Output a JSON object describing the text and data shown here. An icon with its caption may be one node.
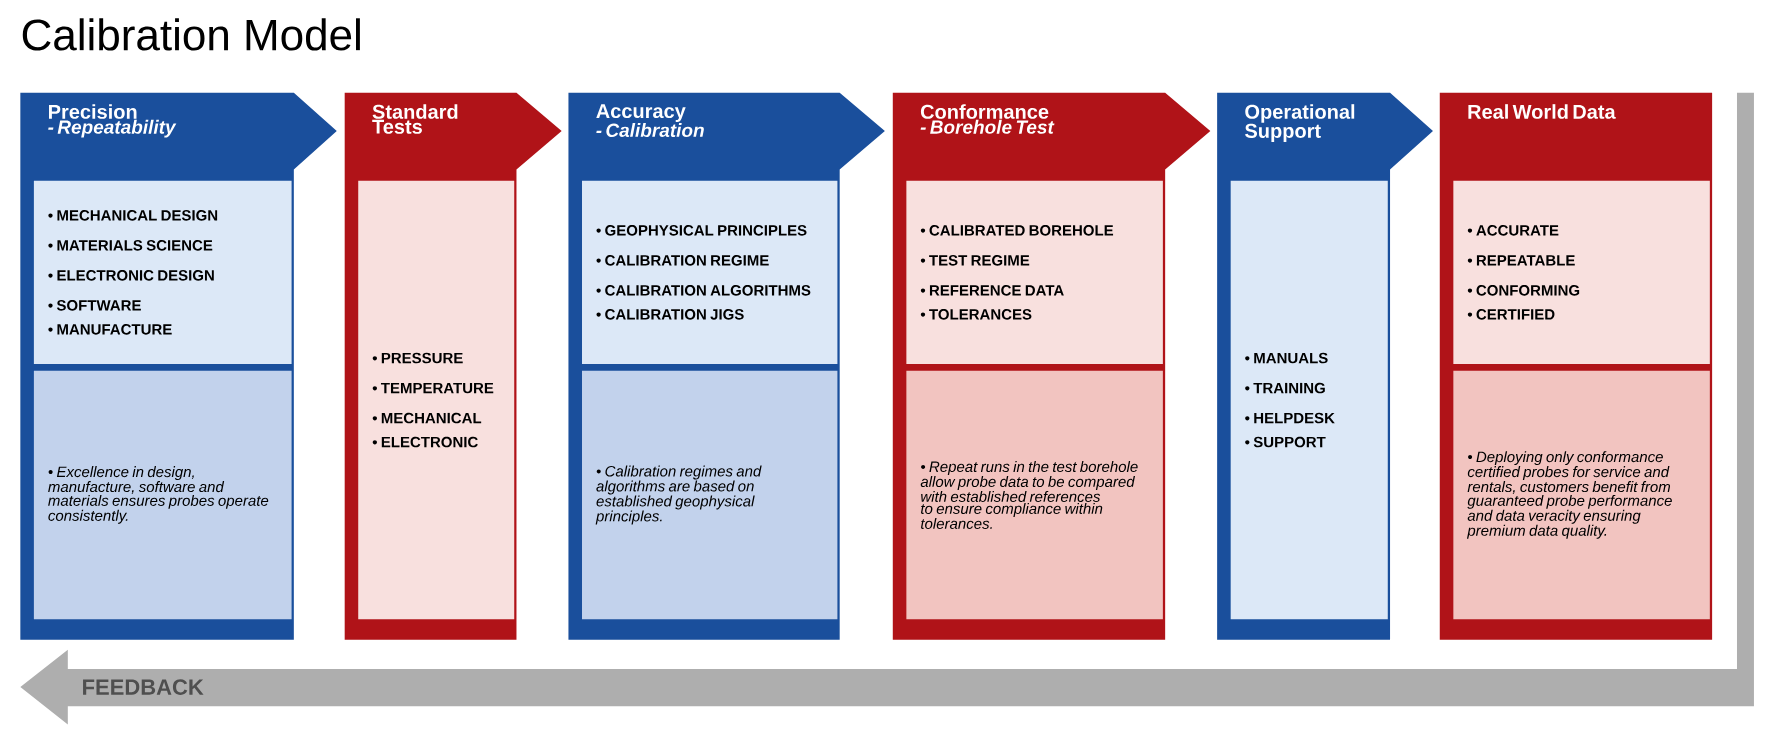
{
  "diagram": {
    "title": "Calibration Model",
    "nodes": [
      {
        "text": [
          "Precision",
          "- Repeatability"
        ]
      },
      {
        "text": [
          "• MECHANICAL DESIGN",
          "• MATERIALS SCIENCE",
          "• ELECTRONIC DESIGN",
          "• SOFTWARE",
          "• MANUFACTURE"
        ],
        "in": 0
      },
      {
        "text": [
          "• Excellence in design, manufacture, software and materials ensures probes operate consistently."
        ],
        "in": 0
      },
      {
        "text": [
          "Standard Tests"
        ]
      },
      {
        "text": [
          "• PRESSURE",
          "• TEMPERATURE",
          "• MECHANICAL",
          "• ELECTRONIC"
        ],
        "in": 3
      },
      {
        "text": [
          "Accuracy",
          "- Calibration"
        ]
      },
      {
        "text": [
          "• GEOPHYSICAL PRINCIPLES",
          "• CALIBRATION REGIME",
          "• CALIBRATION ALGORITHMS",
          "• CALIBRATION JIGS"
        ],
        "in": 5
      },
      {
        "text": [
          "• Calibration regimes and algorithms are based on established geophysical principles."
        ],
        "in": 5
      },
      {
        "text": [
          "Conformance",
          "- Borehole Test"
        ]
      },
      {
        "text": [
          "• CALIBRATED BOREHOLE",
          "• TEST REGIME",
          "• REFERENCE DATA",
          "• TOLERANCES"
        ],
        "in": 8
      },
      {
        "text": [
          "• Repeat runs in the test borehole allow probe data to be compared with established references to ensure compliance within tolerances."
        ],
        "in": 8
      },
      {
        "text": [
          "Operational Support"
        ]
      },
      {
        "text": [
          "• MANUALS",
          "• TRAINING",
          "• HELPDESK",
          "• SUPPORT"
        ],
        "in": 11
      },
      {
        "text": [
          "Real World Data"
        ]
      },
      {
        "text": [
          "• ACCURATE",
          "• REPEATABLE",
          "• CONFORMING",
          "• CERTIFIED"
        ],
        "in": 13
      },
      {
        "text": [
          "• Deploying only conformance certified probes for service and rentals, customers benefit from guaranteed probe performance and data veracity ensuring premium data quality."
        ],
        "in": 13
      },
      {
        "text": [
          "FEEDBACK"
        ]
      }
    ]
  }
}
